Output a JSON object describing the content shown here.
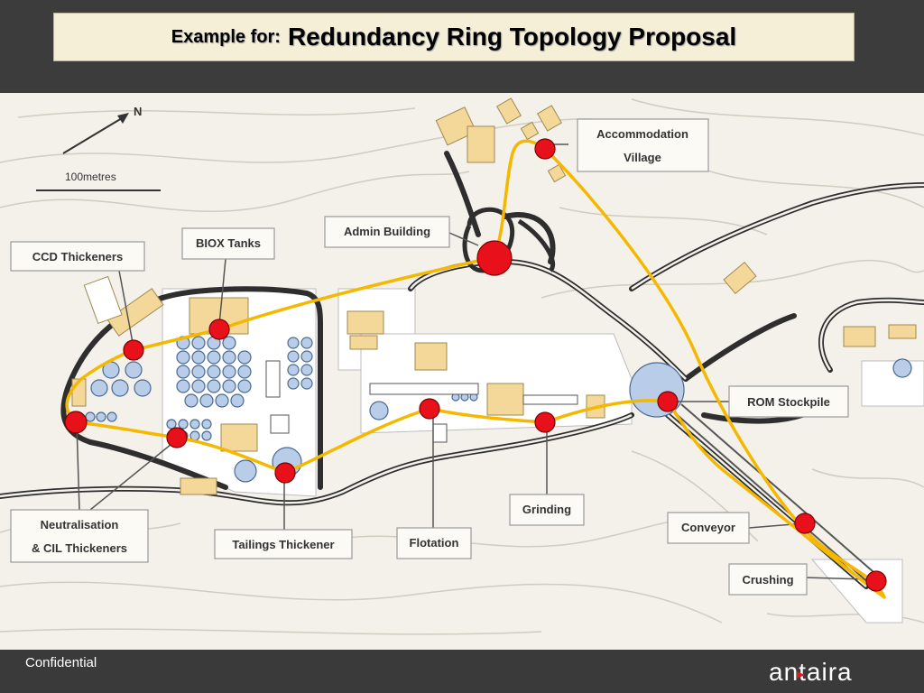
{
  "header": {
    "title_prefix": "Example for:",
    "title_main": "Redundancy Ring Topology Proposal"
  },
  "map": {
    "scale_label": "100metres",
    "north_label": "N",
    "labels": {
      "accommodation_line1": "Accommodation",
      "accommodation_line2": "Village",
      "admin_building": "Admin Building",
      "biox_tanks": "BIOX Tanks",
      "ccd_thickeners": "CCD Thickeners",
      "rom_stockpile": "ROM Stockpile",
      "grinding": "Grinding",
      "flotation": "Flotation",
      "tailings_thickener": "Tailings Thickener",
      "neutralisation_line1": "Neutralisation",
      "neutralisation_line2": "& CIL Thickeners",
      "conveyor": "Conveyor",
      "crushing": "Crushing"
    }
  },
  "colors": {
    "ring_line": "#f5b800",
    "node_fill": "#e8101a",
    "road": "#2e2e2e",
    "building": "#f3d89a"
  },
  "footer": {
    "confidential": "Confidential",
    "brand": "antaira"
  }
}
